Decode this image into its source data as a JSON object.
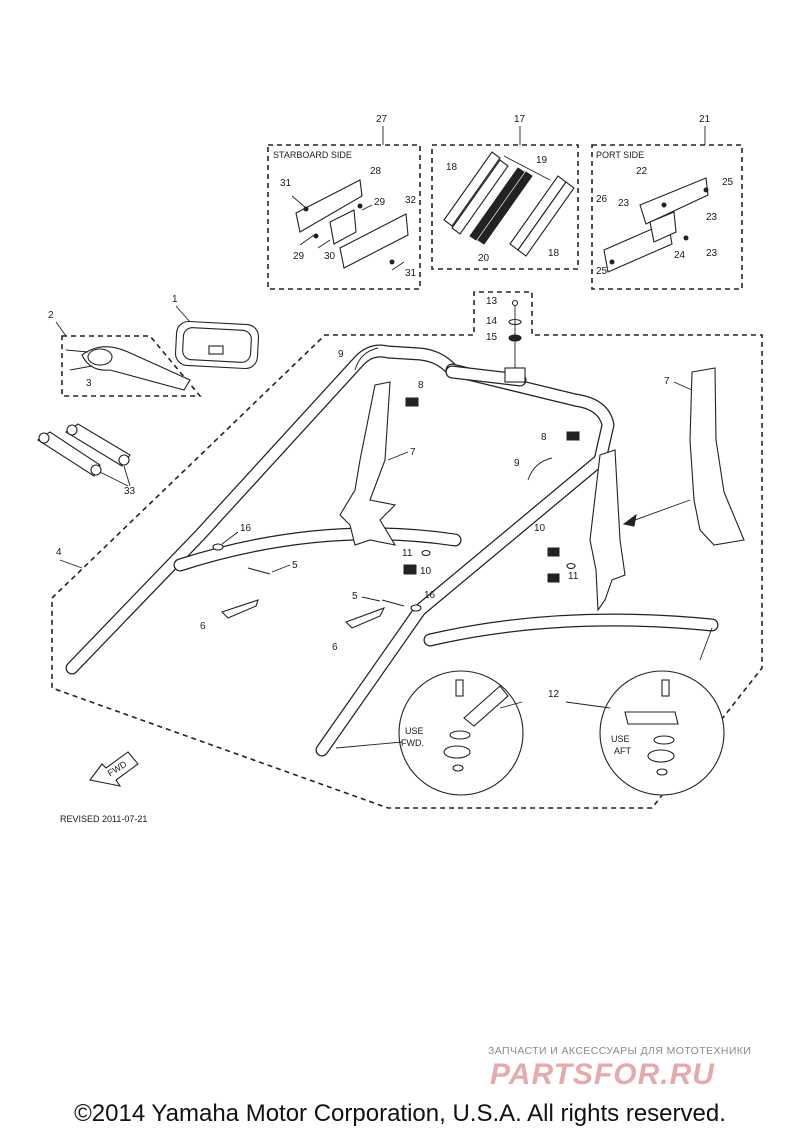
{
  "groups": {
    "starboard": {
      "number": "27",
      "title": "STARBOARD SIDE"
    },
    "pads": {
      "number": "17"
    },
    "port": {
      "number": "21",
      "title": "PORT SIDE"
    }
  },
  "callouts": {
    "c1": "1",
    "c2": "2",
    "c3": "3",
    "c4": "4",
    "c5a": "5",
    "c5b": "5",
    "c6a": "6",
    "c6b": "6",
    "c7a": "7",
    "c7b": "7",
    "c8a": "8",
    "c8b": "8",
    "c9a": "9",
    "c9b": "9",
    "c10a": "10",
    "c10b": "10",
    "c11a": "11",
    "c11b": "11",
    "c12": "12",
    "c13": "13",
    "c14": "14",
    "c15": "15",
    "c16a": "16",
    "c16b": "16",
    "c18a": "18",
    "c18b": "18",
    "c19": "19",
    "c20": "20",
    "c22": "22",
    "c23a": "23",
    "c23b": "23",
    "c23c": "23",
    "c24": "24",
    "c25a": "25",
    "c25b": "25",
    "c26": "26",
    "c28": "28",
    "c29a": "29",
    "c29b": "29",
    "c30": "30",
    "c31a": "31",
    "c31b": "31",
    "c32": "32",
    "c33": "33"
  },
  "detail_notes": {
    "use_fwd": [
      "USE",
      "FWD."
    ],
    "use_aft": [
      "USE",
      "AFT"
    ]
  },
  "fwd_arrow": "FWD",
  "revised": "REVISED 2011-07-21",
  "watermark": {
    "tagline": "ЗАПЧАСТИ И АКСЕССУАРЫ ДЛЯ МОТОТЕХНИКИ",
    "brand": "PARTSFOR.RU"
  },
  "copyright": "©2014 Yamaha Motor Corporation, U.S.A. All rights reserved."
}
